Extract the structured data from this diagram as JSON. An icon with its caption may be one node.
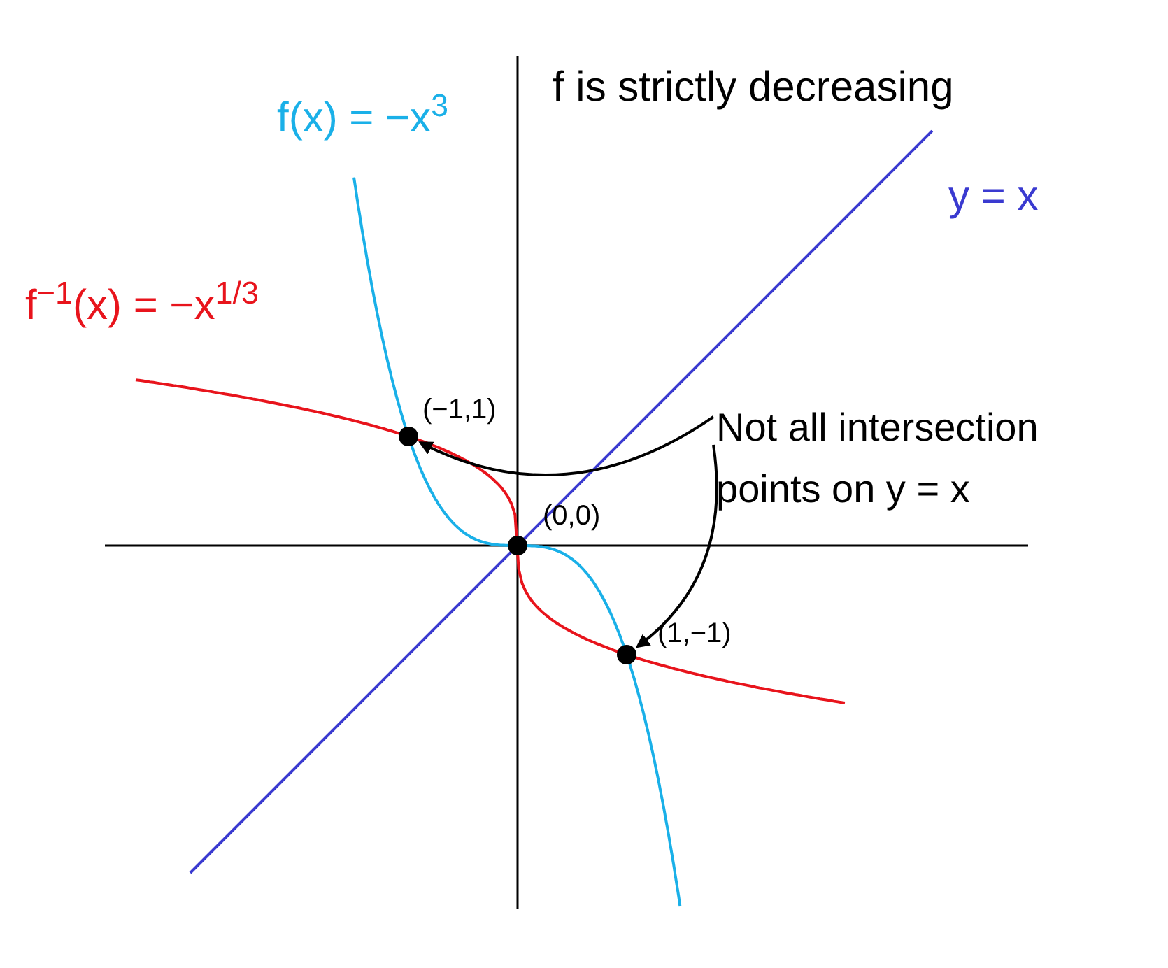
{
  "diagram": {
    "nodes": [
      {
        "text": [
          "Not all intersection points on y = x"
        ]
      },
      {
        "text": [],
        "shape": "circle",
        "beside": [
          "(−1,1)"
        ]
      },
      {
        "text": [],
        "shape": "circle",
        "beside": [
          "(0,0)"
        ]
      },
      {
        "text": [],
        "shape": "circle",
        "beside": [
          "(1,−1)"
        ]
      }
    ],
    "edges": [
      {
        "from": 0,
        "to": 1,
        "arrow": "to"
      },
      {
        "from": 0,
        "to": 3,
        "arrow": "to"
      }
    ],
    "labels": [
      "f is strictly decreasing",
      "f(x) = −x$^{3}$",
      "f$^{−1}$(x) = −x$^{1/3}$",
      "y = x"
    ]
  }
}
